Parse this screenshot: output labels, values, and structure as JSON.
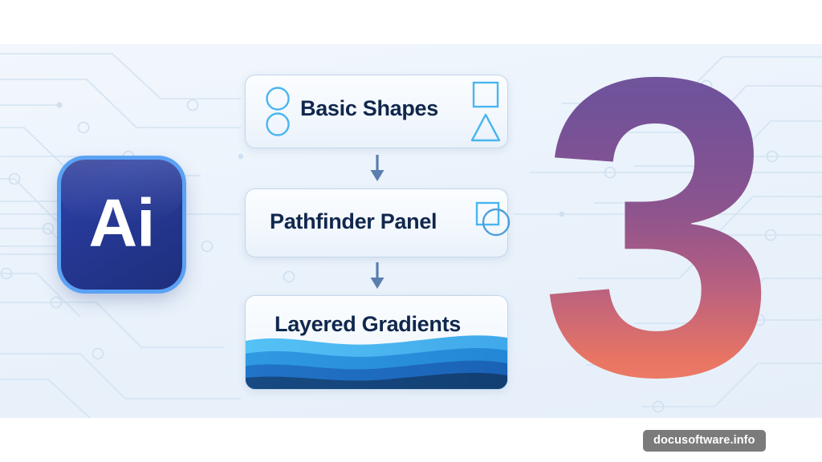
{
  "brand": {
    "logo_label": "Ai",
    "logo_border_color": "#5aa2f5",
    "logo_bg_start": "#2c3a96",
    "logo_bg_end": "#1e2f7d"
  },
  "background": {
    "band_color_start": "#f2f7fd",
    "band_color_end": "#e6eff9",
    "circuit_line_color": "#d3e3f2"
  },
  "flow": {
    "steps": [
      {
        "label": "Basic Shapes",
        "icons_left": [
          "circle-icon",
          "circle-icon"
        ],
        "icons_right": [
          "square-icon",
          "triangle-icon"
        ],
        "accent": "#4ab5f0"
      },
      {
        "label": "Pathfinder Panel",
        "icons_right": [
          "square-circle-unite-icon"
        ],
        "accent": "#4ab5f0"
      },
      {
        "label": "Layered Gradients",
        "wave_colors": [
          "#4cb9f2",
          "#2a93e0",
          "#1f6ec4",
          "#16487e"
        ],
        "accent": "#2a93e0"
      }
    ],
    "connector_icon": "down-arrow-icon",
    "connector_color": "#5a7fae",
    "title_color": "#10274d"
  },
  "numeral": {
    "value": "3",
    "gradient_top": "#43217e",
    "gradient_mid": "#b05a7e",
    "gradient_bottom": "#fb8163"
  },
  "watermark": {
    "text": "docusoftware.info",
    "bg_color": "#7b7b7b",
    "text_color": "#ffffff"
  }
}
